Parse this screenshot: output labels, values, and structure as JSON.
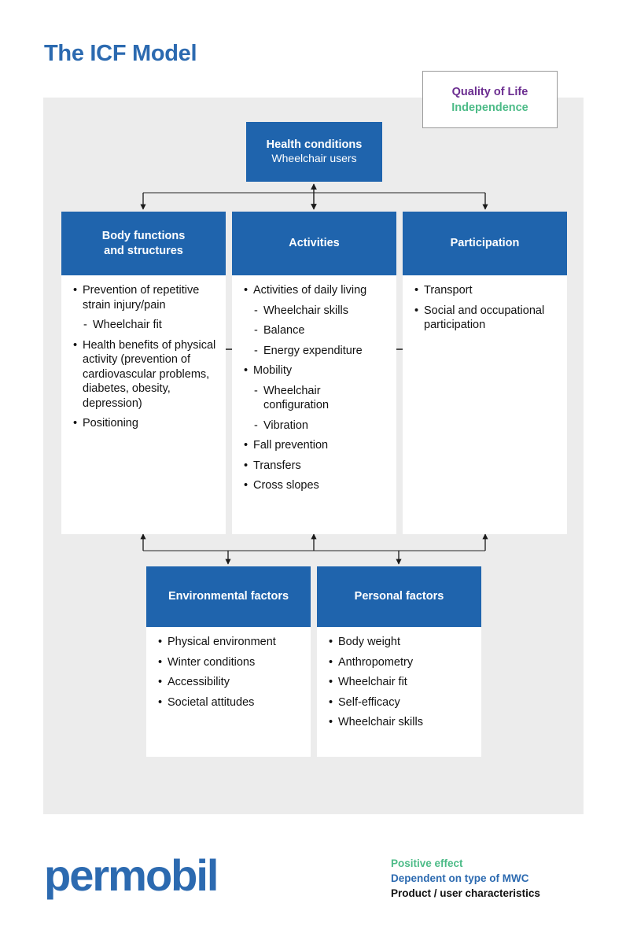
{
  "page": {
    "title": "The ICF Model"
  },
  "colors": {
    "blue_header": "#1F64AD",
    "title_blue": "#2C6AB0",
    "accent_green": "#4CBB87",
    "accent_purple": "#6B2D90",
    "panel_gray": "#ECECEC",
    "text_black": "#111111"
  },
  "callout": {
    "quality_of_life": "Quality of Life",
    "independence": "Independence"
  },
  "nodes": {
    "health": {
      "title": "Health conditions",
      "subtitle": "Wheelchair users"
    },
    "body_functions": {
      "title": "Body functions\nand structures",
      "title_line1": "Body functions",
      "title_line2": "and structures",
      "items": [
        {
          "level": 1,
          "text": "Prevention of repetitive strain injury/pain",
          "color": "black"
        },
        {
          "level": 2,
          "text": "Wheelchair fit",
          "color": "black"
        },
        {
          "level": 1,
          "text": "Health benefits of physical activity (prevention of cardiovascular problems, diabetes, obesity, depression)",
          "color": "black"
        },
        {
          "level": 1,
          "text": "Positioning",
          "color": "black"
        }
      ]
    },
    "activities": {
      "title": "Activities",
      "items": [
        {
          "level": 1,
          "text": "Activities of daily living",
          "color": "black"
        },
        {
          "level": 2,
          "text": "Wheelchair skills",
          "color": "black"
        },
        {
          "level": 2,
          "text": "Balance",
          "color": "black"
        },
        {
          "level": 2,
          "text": "Energy expenditure",
          "color": "black"
        },
        {
          "level": 1,
          "text": "Mobility",
          "color": "black"
        },
        {
          "level": 2,
          "text": "Wheelchair configuration",
          "color": "green"
        },
        {
          "level": 2,
          "text": "Vibration",
          "color": "blue"
        },
        {
          "level": 1,
          "text": "Fall prevention",
          "color": "black"
        },
        {
          "level": 1,
          "text": "Transfers",
          "color": "black"
        },
        {
          "level": 1,
          "text": "Cross slopes",
          "color": "black"
        }
      ]
    },
    "participation": {
      "title": "Participation",
      "items": [
        {
          "level": 1,
          "text": "Transport",
          "color": "black"
        },
        {
          "level": 1,
          "text": "Social and occupational participation",
          "color": "blue"
        }
      ]
    },
    "environmental": {
      "title": "Environmental factors",
      "items": [
        {
          "level": 1,
          "text": "Physical environment",
          "color": "black"
        },
        {
          "level": 1,
          "text": "Winter conditions",
          "color": "black"
        },
        {
          "level": 1,
          "text": "Accessibility",
          "color": "black"
        },
        {
          "level": 1,
          "text": "Societal attitudes",
          "color": "black"
        }
      ]
    },
    "personal": {
      "title": "Personal factors",
      "items": [
        {
          "level": 1,
          "text": "Body weight",
          "color": "black"
        },
        {
          "level": 1,
          "text": "Anthropometry",
          "color": "black"
        },
        {
          "level": 1,
          "text": "Wheelchair fit",
          "color": "black"
        },
        {
          "level": 1,
          "text": "Self-efficacy",
          "color": "black"
        },
        {
          "level": 1,
          "text": "Wheelchair skills",
          "color": "black"
        }
      ]
    }
  },
  "footer": {
    "logo_text": "permobil",
    "legend": [
      {
        "text": "Positive effect",
        "color": "green"
      },
      {
        "text": "Dependent on type of MWC",
        "color": "blue"
      },
      {
        "text": "Product / user characteristics",
        "color": "black"
      }
    ]
  }
}
